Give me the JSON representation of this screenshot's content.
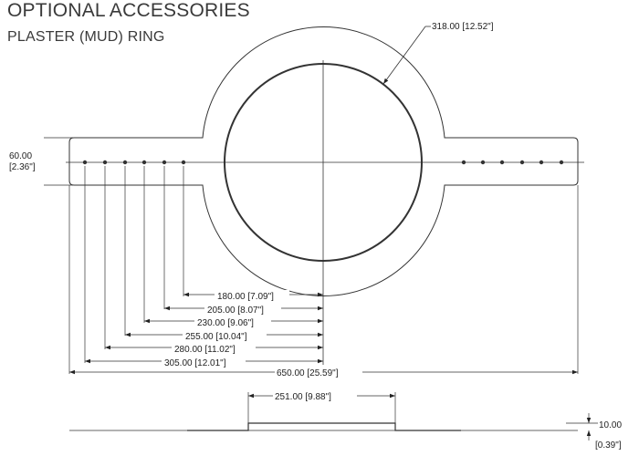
{
  "header": {
    "title": "OPTIONAL ACCESSORIES",
    "subtitle": "PLASTER (MUD) RING"
  },
  "dimensions": {
    "diameter": "318.00 [12.52\"]",
    "height_mm": "60.00",
    "height_in": "[2.36\"]",
    "offsets": [
      "180.00 [7.09\"]",
      "205.00 [8.07\"]",
      "230.00 [9.06\"]",
      "255.00 [10.04\"]",
      "280.00 [11.02\"]",
      "305.00 [12.01\"]"
    ],
    "overall_width": "650.00 [25.59\"]",
    "side_width": "251.00 [9.88\"]",
    "thickness_mm": "10.00",
    "thickness_in": "[0.39\"]"
  },
  "colors": {
    "line": "#333333",
    "text": "#222222",
    "title": "#3a3a3a"
  }
}
